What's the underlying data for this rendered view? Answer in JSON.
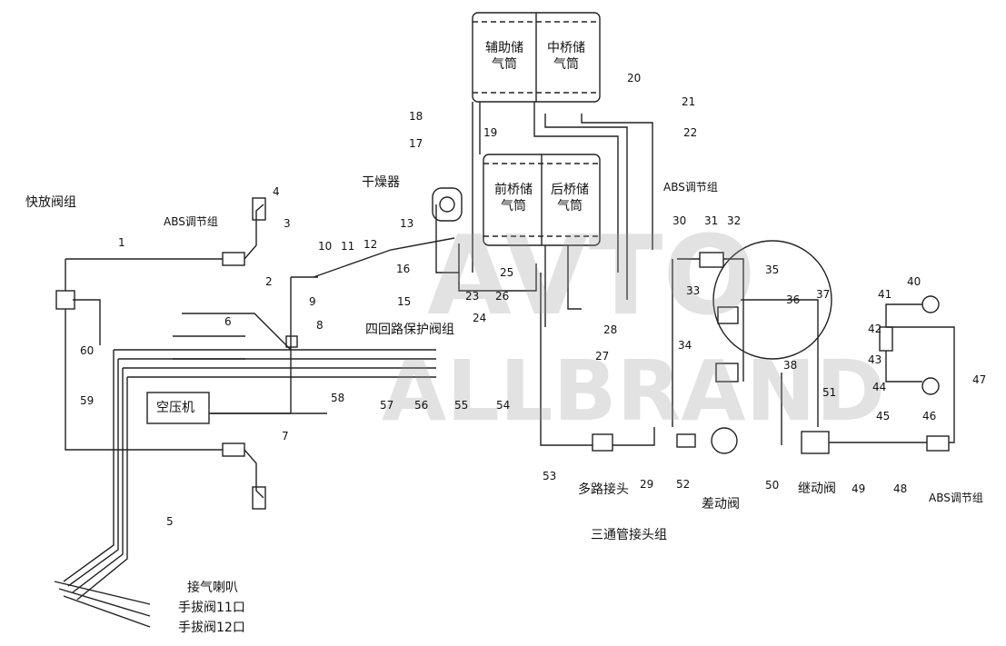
{
  "watermark": {
    "line1": "AVTO",
    "line2": "ALLBRAND"
  },
  "tanks": {
    "aux": "辅助储气筒",
    "mid": "中桥储气筒",
    "front": "前桥储气筒",
    "rear": "后桥储气筒"
  },
  "component_labels": {
    "quick_release": "快放阀组",
    "abs_top_left": "ABS调节组",
    "abs_top_right": "ABS调节组",
    "abs_bottom_right": "ABS调节组",
    "dryer": "干燥器",
    "four_circuit": "四回路保护阀组",
    "compressor": "空压机",
    "multi_joint": "多路接头",
    "diff_valve": "差动阀",
    "relay_valve": "继动阀",
    "tee_group": "三通管接头组",
    "horn": "接气喇叭",
    "handbrake_11": "手拔阀11口",
    "handbrake_12": "手拔阀12口"
  },
  "numbers": [
    "1",
    "2",
    "3",
    "4",
    "5",
    "6",
    "7",
    "8",
    "9",
    "10",
    "11",
    "12",
    "13",
    "15",
    "16",
    "17",
    "18",
    "19",
    "20",
    "21",
    "22",
    "23",
    "24",
    "25",
    "26",
    "27",
    "28",
    "29",
    "30",
    "31",
    "32",
    "33",
    "34",
    "35",
    "36",
    "37",
    "38",
    "40",
    "41",
    "42",
    "43",
    "44",
    "45",
    "46",
    "47",
    "48",
    "49",
    "50",
    "51",
    "52",
    "53",
    "54",
    "55",
    "56",
    "57",
    "58",
    "59",
    "60"
  ]
}
